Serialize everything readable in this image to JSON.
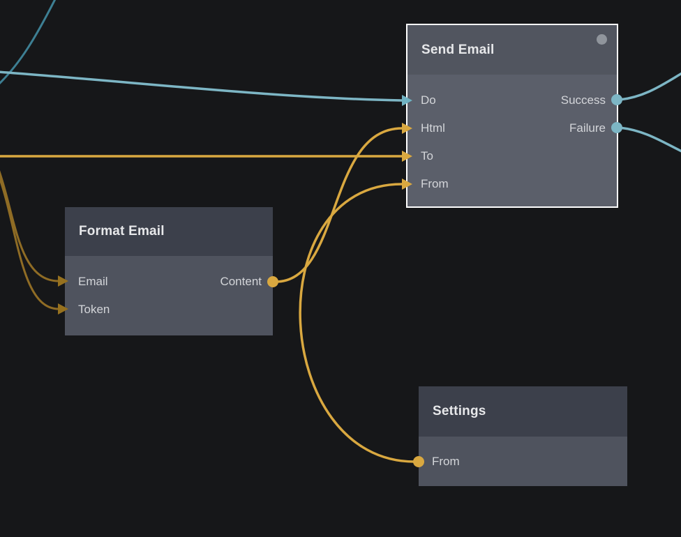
{
  "editor": {
    "kind": "node-flow-editor"
  },
  "send_email": {
    "title": "Send Email",
    "selected": true,
    "inputs": {
      "do": "Do",
      "html": "Html",
      "to": "To",
      "from": "From"
    },
    "outputs": {
      "success": "Success",
      "failure": "Failure"
    }
  },
  "format_email": {
    "title": "Format Email",
    "inputs": {
      "email": "Email",
      "token": "Token"
    },
    "outputs": {
      "content": "Content"
    }
  },
  "settings": {
    "title": "Settings",
    "outputs": {
      "from": "From"
    }
  },
  "connections": [
    {
      "from": "offscreen-left",
      "to": "Send Email.Do",
      "color": "teal-bright"
    },
    {
      "from": "offscreen-top",
      "to": "offscreen-left",
      "color": "teal-dim"
    },
    {
      "from": "offscreen-left",
      "to": "Send Email.To",
      "color": "gold-bright"
    },
    {
      "from": "Format Email.Content",
      "to": "Send Email.Html",
      "color": "gold-bright"
    },
    {
      "from": "Settings.From",
      "to": "Send Email.From",
      "color": "gold-bright"
    },
    {
      "from": "offscreen-left",
      "to": "Format Email.Email",
      "color": "gold-dim"
    },
    {
      "from": "offscreen-left",
      "to": "Format Email.Token",
      "color": "gold-dim"
    },
    {
      "from": "Send Email.Success",
      "to": "offscreen-right",
      "color": "teal-bright"
    },
    {
      "from": "Send Email.Failure",
      "to": "offscreen-right",
      "color": "teal-bright"
    }
  ],
  "colors": {
    "background": "#161719",
    "node_body": "#4f535e",
    "node_header": "#3c404b",
    "selected_body": "#5b5f6a",
    "selected_header": "#51555f",
    "selected_border": "#ffffff",
    "teal_bright": "#7db6c5",
    "teal_dim": "#3d7f93",
    "gold_bright": "#d9a840",
    "gold_dim": "#8f6c25",
    "status_dot": "#90959c"
  }
}
